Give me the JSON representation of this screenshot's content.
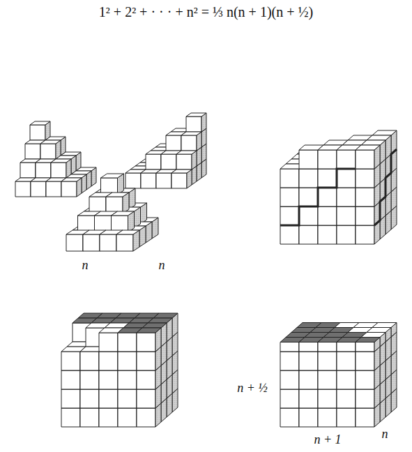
{
  "diagram": {
    "title": "1² + 2² + · · · + n² = ⅓ n(n + 1)(n + ½)",
    "labels": [
      "n",
      "n",
      "n + ½",
      "n + 1",
      "n"
    ]
  }
}
